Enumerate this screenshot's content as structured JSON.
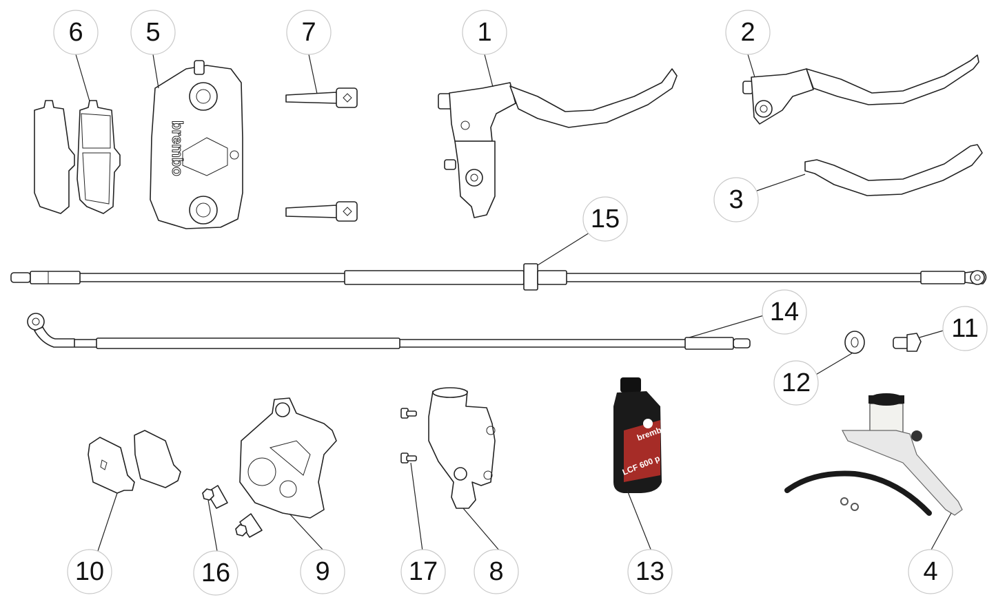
{
  "callouts": [
    {
      "id": "1",
      "label": "1"
    },
    {
      "id": "2",
      "label": "2"
    },
    {
      "id": "3",
      "label": "3"
    },
    {
      "id": "4",
      "label": "4"
    },
    {
      "id": "5",
      "label": "5"
    },
    {
      "id": "6",
      "label": "6"
    },
    {
      "id": "7",
      "label": "7"
    },
    {
      "id": "8",
      "label": "8"
    },
    {
      "id": "9",
      "label": "9"
    },
    {
      "id": "10",
      "label": "10"
    },
    {
      "id": "11",
      "label": "11"
    },
    {
      "id": "12",
      "label": "12"
    },
    {
      "id": "13",
      "label": "13"
    },
    {
      "id": "14",
      "label": "14"
    },
    {
      "id": "15",
      "label": "15"
    },
    {
      "id": "16",
      "label": "16"
    },
    {
      "id": "17",
      "label": "17"
    }
  ],
  "caliper_text": "brembo",
  "bottle": {
    "brand": "brembo",
    "product": "LCF 600 p"
  },
  "colors": {
    "line": "#222222",
    "circle_stroke": "#c8c8c8",
    "bottle_body": "#1a1a1a",
    "bottle_accent": "#c0302a"
  }
}
